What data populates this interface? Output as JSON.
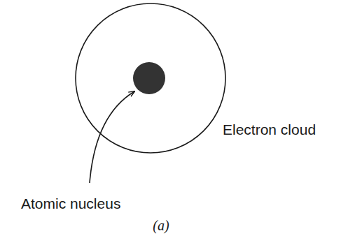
{
  "diagram": {
    "caption": "(a)",
    "labels": [
      "Electron cloud",
      "Atomic nucleus"
    ]
  }
}
